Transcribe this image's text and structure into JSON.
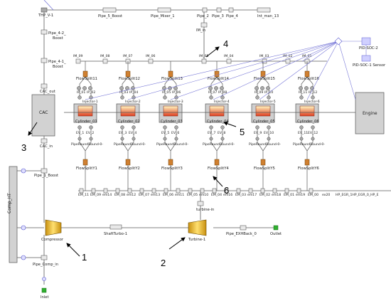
{
  "labels": {
    "thp_v1": "THP_V-1",
    "pipe_5_boost": "Pipe_5_Boost",
    "pipe_mixer_1": "Pipe_Mixer_1",
    "pipe_2": "Pipe_2",
    "pipe_3": "Pipe_3",
    "pipe_4": "Pipe_4",
    "int_man_13": "Int_man_13",
    "im_in": "IM_in",
    "pipe_4_2_boost": "Pipe_4-2_\nBoost",
    "pipe_4_1_boost": "Pipe_4-1_\nBoost",
    "cac_out": "CAC_out",
    "cac": "CAC",
    "cac_in": "CAC_in",
    "pipe_1_boost": "Pipe_1_Boost",
    "comp_ht": "Comp_HT",
    "compressor": "Compressor",
    "pipe_comp_in": "Pipe_Comp_in",
    "inlet": "Inlet",
    "shaft_turbo": "ShaftTurbo-1",
    "turbine_in": "turbine-in",
    "turbine_1": "Turbine-1",
    "pipe_exhback": "Pipe_EXHBack_0",
    "outlet": "Outlet",
    "engine": "Engine",
    "pid_soc_2": "PID-SOC-2",
    "pid_soc_1": "PID-SOC-1 Sensor",
    "hp_egr": "HP_EGR_1HP_EGR_0_HP_E",
    "em_ex20": "ex20",
    "im_ports": [
      "IM_09",
      "IM_08",
      "IM_07",
      "IM_06",
      "IM_05",
      "IM_04",
      "IM_03",
      "IM_02",
      "IM_01"
    ],
    "em_row": [
      "EM_11",
      "EM_09",
      "em14",
      "EM_08",
      "em12",
      "EM_07",
      "em13",
      "EM_06",
      "em11",
      "EM_05",
      "em10",
      "EM_04",
      "em16",
      "EM_03",
      "em17",
      "EM_02",
      "em18",
      "EM_01",
      "em19",
      "EM_00"
    ],
    "cylinders": [
      {
        "flowsplit_in": "FlowSplit11",
        "ip_pair": "IP_01",
        "ip_pair2": "IP_02",
        "injector": "Injector-1",
        "cyl": "Cylinder_01",
        "ev_pair": "EV_1",
        "ev_pair2": "EV_2",
        "pipe_round": "PipeRoundRound-0-",
        "flowsplit_out": "FlowSplitY1"
      },
      {
        "flowsplit_in": "FlowSplit12",
        "ip_pair": "IP_03",
        "ip_pair2": "IP_04",
        "injector": "Injector-2",
        "cyl": "Cylinder_02",
        "ev_pair": "EV_3",
        "ev_pair2": "EV_4",
        "pipe_round": "PipeRoundRound-0-",
        "flowsplit_out": "FlowSplitY2"
      },
      {
        "flowsplit_in": "FlowSplit13",
        "ip_pair": "IP_05",
        "ip_pair2": "IP_06",
        "injector": "Injector-3",
        "cyl": "Cylinder_03",
        "ev_pair": "EV_5",
        "ev_pair2": "EV_6",
        "pipe_round": "PipeRoundRound-0-",
        "flowsplit_out": "FlowSplitY3"
      },
      {
        "flowsplit_in": "FlowSplit14",
        "ip_pair": "IP_07",
        "ip_pair2": "IP_08",
        "injector": "Injector-4",
        "cyl": "Cylinder_04",
        "ev_pair": "EV_7",
        "ev_pair2": "EV_8",
        "pipe_round": "PipeRoundRound-0-",
        "flowsplit_out": "FlowSplitY4"
      },
      {
        "flowsplit_in": "FlowSplit15",
        "ip_pair": "IP_09",
        "ip_pair2": "IP_10",
        "injector": "Injector-5",
        "cyl": "Cylinder_05",
        "ev_pair": "EV_9",
        "ev_pair2": "EV_10",
        "pipe_round": "PipeRoundRound-0-",
        "flowsplit_out": "FlowSplitY5"
      },
      {
        "flowsplit_in": "FlowSplit16",
        "ip_pair": "IP_11",
        "ip_pair2": "IP_12",
        "injector": "Injector-6",
        "cyl": "Cylinder_06",
        "ev_pair": "EV_11",
        "ev_pair2": "EV_12",
        "pipe_round": "PipeRoundRound-0-",
        "flowsplit_out": "FlowSplitY6"
      }
    ]
  },
  "callouts": [
    "1",
    "2",
    "3",
    "4",
    "5",
    "6"
  ],
  "colors": {
    "line": "#5a5a5a",
    "signal": "#7a7ad8",
    "cylinder_bg": "#cfcfcf",
    "cylinder_window": "#f5e8a0",
    "cylinder_fire": "#d83020",
    "turbo": "#f0c020",
    "block": "#d2d2d2",
    "valve_fill": "#a9a9a9",
    "inlet": "#30b030"
  }
}
